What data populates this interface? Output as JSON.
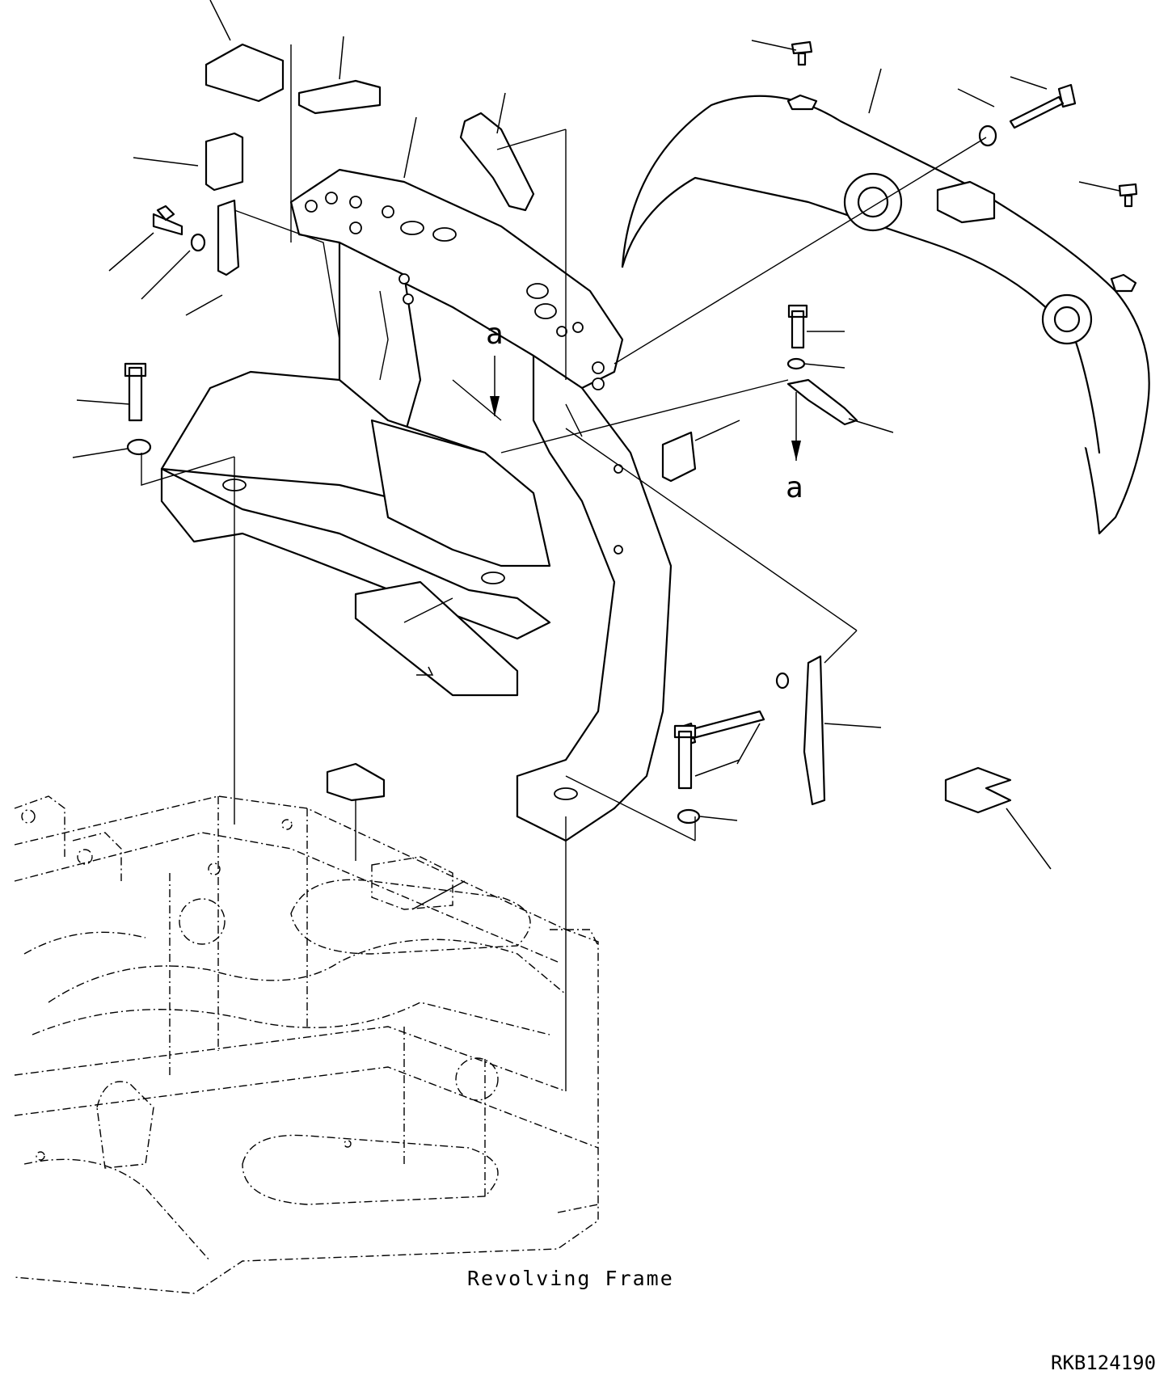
{
  "diagram": {
    "view_marks": [
      "a",
      "a"
    ],
    "caption": "Revolving Frame",
    "drawing_number": "RKB124190"
  }
}
